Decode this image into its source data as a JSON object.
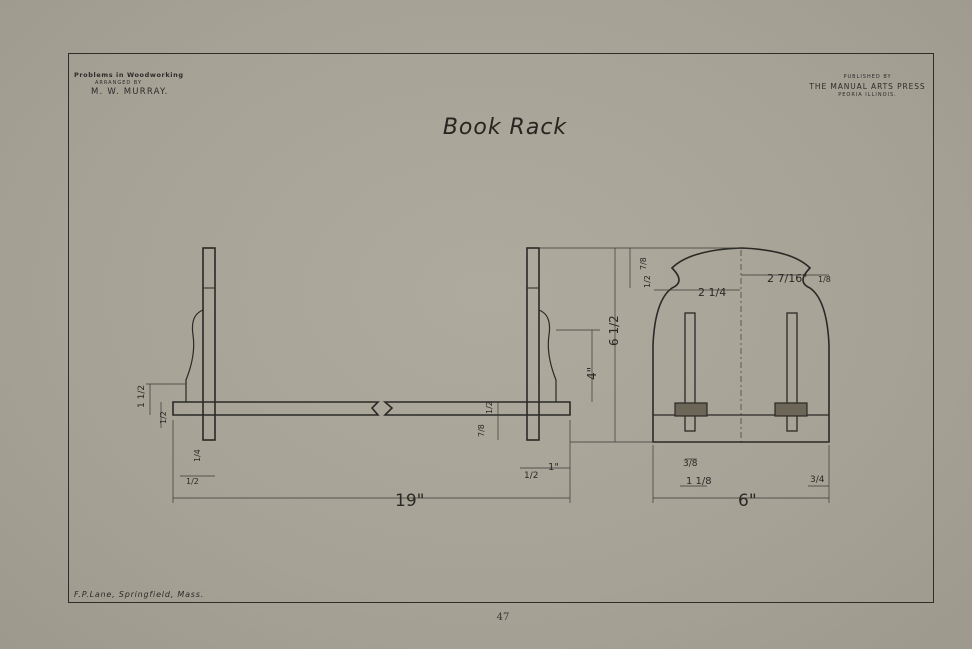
{
  "header": {
    "left_line1": "Problems in Woodworking",
    "left_line2": "ARRANGED BY",
    "left_line3": "M. W. MURRAY.",
    "right_line1": "PUBLISHED BY",
    "right_line2": "THE MANUAL ARTS PRESS",
    "right_line3": "PEORIA ILLINOIS."
  },
  "title": "Book Rack",
  "imprint": "F.P.Lane, Springfield, Mass.",
  "page_number": "47",
  "dimensions": {
    "overall_length": "19\"",
    "overall_width": "6\"",
    "end_height": "6 1/2",
    "slot_height": "4\"",
    "top_arc_width": "2 7/16\"",
    "top_curve": "2 1/4",
    "side_rise": "1 1/2",
    "base_thick_left": "1/2",
    "base_thick_right": "1/2",
    "bottom_rebate": "7/8",
    "foot_left_a": "1/4",
    "foot_left_b": "1/2",
    "foot_right_a": "1/2",
    "foot_right_b": "1\"",
    "tenon_width": "3/8",
    "tenon_space": "1 1/8",
    "edge_offset": "3/4",
    "top_hump": "7/8",
    "top_step": "1/2",
    "right_edge": "1/8"
  }
}
